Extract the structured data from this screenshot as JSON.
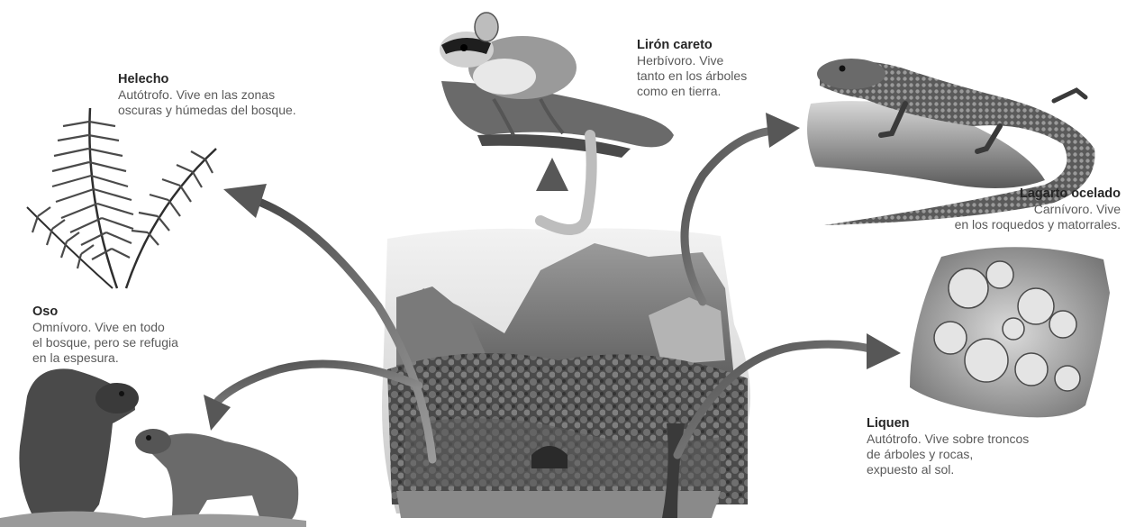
{
  "organisms": {
    "helecho": {
      "name": "Helecho",
      "description": "Autótrofo. Vive en las zonas\noscuras y húmedas del bosque."
    },
    "liron": {
      "name": "Lirón careto",
      "description": "Herbívoro. Vive\ntanto en los árboles\ncomo en tierra."
    },
    "lagarto": {
      "name": "Lagarto ocelado",
      "description": "Carnívoro. Vive\nen los roquedos y matorrales."
    },
    "oso": {
      "name": "Oso",
      "description": "Omnívoro. Vive en todo\nel bosque, pero se refugia\nen la espesura."
    },
    "liquen": {
      "name": "Liquen",
      "description": "Autótrofo. Vive sobre troncos\nde árboles y rocas,\nexpuesto al sol."
    }
  },
  "colors": {
    "text": "#5a5a5a",
    "title": "#262626",
    "arrow": "#6e6e6e"
  }
}
